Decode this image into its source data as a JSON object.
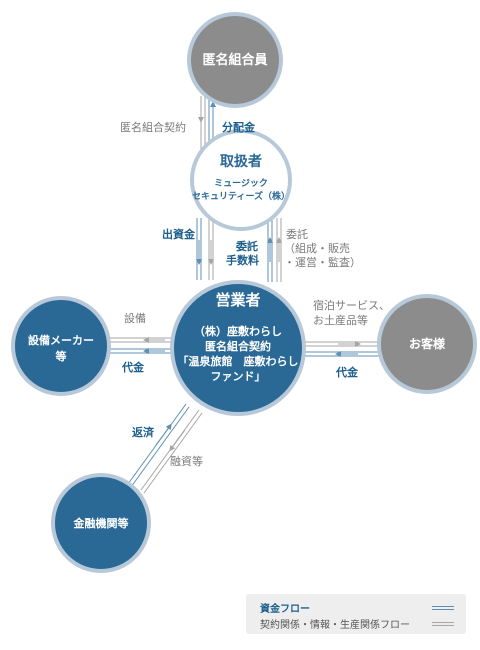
{
  "colors": {
    "blue": "#2a6896",
    "gray": "#8c8c8c",
    "ring": "#b7c9d8",
    "flow_blue": "#5f8fb4",
    "flow_gray": "#a6a6a6"
  },
  "nodes": {
    "anon_member": "匿名組合員",
    "broker_title": "取扱者",
    "broker_sub1": "ミュージック",
    "broker_sub2": "セキュリティーズ（株）",
    "operator_title": "営業者",
    "operator_line1": "（株）座敷わらし",
    "operator_line2": "匿名組合契約",
    "operator_line3": "「温泉旅館　座敷わらし",
    "operator_line4": "ファンド」",
    "equipment_maker_1": "設備メーカー",
    "equipment_maker_2": "等",
    "customer": "お客様",
    "financial_inst": "金融機関等"
  },
  "labels": {
    "anon_contract": "匿名組合契約",
    "distribution": "分配金",
    "investment": "出資金",
    "entrust": "委託",
    "fees": "手数料",
    "consign": "委託",
    "consign_detail1": "（組成・販売",
    "consign_detail2": "・運営・監査）",
    "equipment": "設備",
    "price_left": "代金",
    "lodging1": "宿泊サービス、",
    "lodging2": "お土産品等",
    "price_right": "代金",
    "repayment": "返済",
    "financing": "融資等"
  },
  "legend": {
    "money_flow": "資金フロー",
    "contract_flow": "契約関係・情報・生産関係フロー"
  }
}
